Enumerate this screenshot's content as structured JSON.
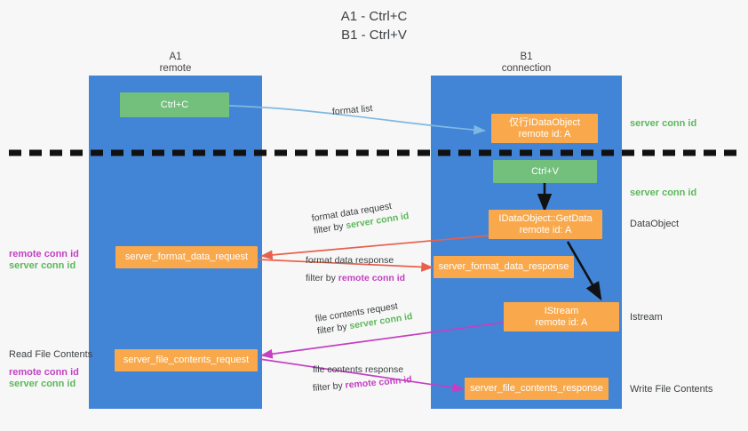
{
  "title": "A1 - Ctrl+C\nB1 - Ctrl+V",
  "lanes": [
    {
      "name": "lane-a1",
      "heading": "A1\nremote"
    },
    {
      "name": "lane-b1",
      "heading": "B1\nconnection"
    }
  ],
  "boxes": {
    "ctrl_c": "Ctrl+C",
    "ctrl_v": "Ctrl+V",
    "idataobject": "仅行IDataObject\nremote id: A",
    "getdata": "IDataObject::GetData\nremote id: A",
    "istream": "IStream\nremote id: A",
    "server_format_data_request": "server_format_data_request",
    "server_format_data_response": "server_format_data_response",
    "server_file_contents_request": "server_file_contents_request",
    "server_file_contents_response": "server_file_contents_response"
  },
  "edges": {
    "format_list": "format list",
    "format_data_request": "format data request",
    "format_data_request_filter_prefix": "filter by ",
    "format_data_request_filter_value": "server conn id",
    "format_data_response": "format data response",
    "format_data_response_filter_prefix": "filter by ",
    "format_data_response_filter_value": "remote conn id",
    "file_contents_request": "file contents request",
    "file_contents_request_filter_prefix": "filter by ",
    "file_contents_request_filter_value": "server conn id",
    "file_contents_response": "file contents response",
    "file_contents_response_filter_prefix": "filter by ",
    "file_contents_response_filter_value": "remote conn id"
  },
  "annotations": {
    "server_conn_id_top": "server conn id",
    "server_conn_id_second": "server conn id",
    "dataobject": "DataObject",
    "istream": "Istream",
    "write_file_contents": "Write File Contents",
    "read_file_contents": "Read File Contents",
    "remote_conn_id_left_1": "remote conn id",
    "server_conn_id_left_1": "server conn id",
    "remote_conn_id_left_2": "remote conn id",
    "server_conn_id_left_2": "server conn id"
  },
  "colors": {
    "lane": "#4285d6",
    "box_orange": "#f9a94b",
    "box_green": "#73bf7c",
    "server_conn": "#5cb85c",
    "remote_conn": "#c340c3",
    "arrow_blue": "#7fb8e0",
    "arrow_red": "#e8604c",
    "arrow_magenta": "#c340c3",
    "arrow_black": "#111111",
    "background": "#f7f7f7"
  }
}
